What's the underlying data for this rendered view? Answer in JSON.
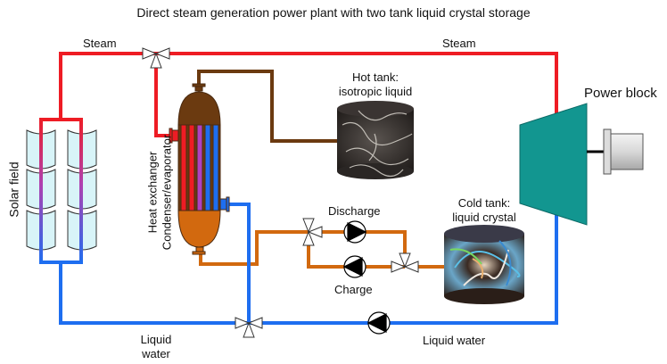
{
  "title": "Direct steam generation power plant with two tank liquid crystal storage",
  "labels": {
    "steam_left": "Steam",
    "steam_right": "Steam",
    "solar_field": "Solar field",
    "heat_exchanger_line1": "Heat exchanger",
    "heat_exchanger_line2": "Condenser/evaporator",
    "hot_tank_line1": "Hot tank:",
    "hot_tank_line2": "isotropic liquid",
    "cold_tank_line1": "Cold tank:",
    "cold_tank_line2": "liquid crystal",
    "power_block": "Power block",
    "discharge": "Discharge",
    "charge": "Charge",
    "liquid_water_left_line1": "Liquid",
    "liquid_water_left_line2": "water",
    "liquid_water_right": "Liquid water"
  },
  "colors": {
    "steam": "#ee1c24",
    "water": "#1e6ef0",
    "hot_fluid": "#6b3a10",
    "cold_fluid": "#d2690f",
    "turbine": "#129690",
    "collector": "#d8f4f8"
  }
}
